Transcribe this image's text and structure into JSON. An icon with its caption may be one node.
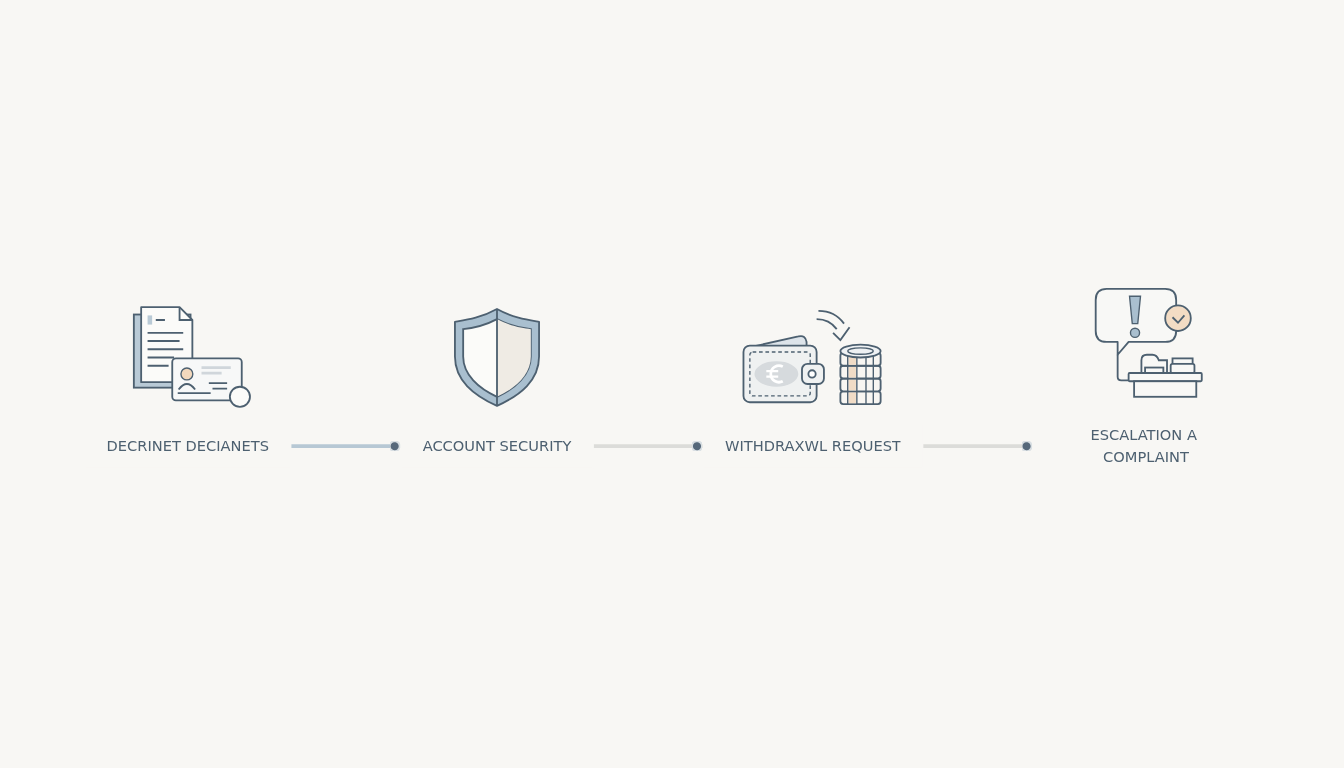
{
  "diagram": {
    "nodes": [
      {
        "text": [
          "DECRINET DECIANETS"
        ]
      },
      {
        "text": [
          "ACCOUNT SECURITY"
        ]
      },
      {
        "text": [
          "WITHDRAXWL REQUEST"
        ]
      },
      {
        "text": [
          "ESCALATION A COMPLAINT"
        ]
      }
    ],
    "edges": [
      {
        "from": 0,
        "to": 1,
        "arrow": "other",
        "color": "#b7c8d4"
      },
      {
        "from": 1,
        "to": 2,
        "arrow": "other"
      },
      {
        "from": 2,
        "to": 3,
        "arrow": "other"
      }
    ]
  }
}
